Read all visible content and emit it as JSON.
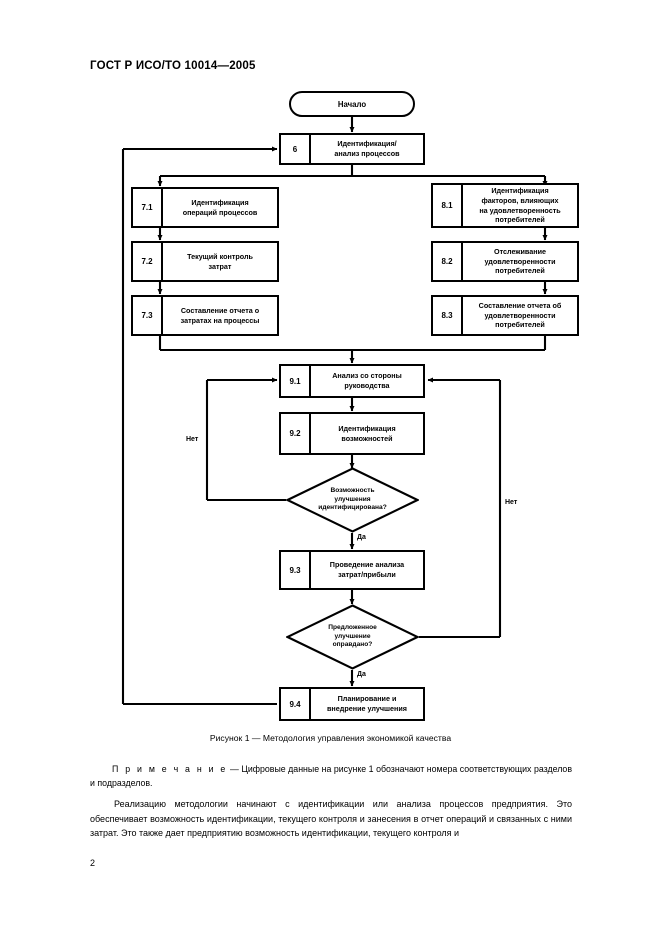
{
  "document": {
    "standard_header": "ГОСТ Р ИСО/ТО 10014—2005",
    "page_number": "2"
  },
  "figure": {
    "caption": "Рисунок 1 — Методология управления экономикой качества",
    "terminator": {
      "label": "Начало"
    },
    "nodes": [
      {
        "num": "6",
        "text": "Идентификация/\nанализ процессов"
      },
      {
        "num": "7.1",
        "text": "Идентификация\nопераций процессов"
      },
      {
        "num": "7.2",
        "text": "Текущий контроль\nзатрат"
      },
      {
        "num": "7.3",
        "text": "Составление отчета о\nзатратах на процессы"
      },
      {
        "num": "8.1",
        "text": "Идентификация\nфакторов, влияющих\nна удовлетворенность\nпотребителей"
      },
      {
        "num": "8.2",
        "text": "Отслеживание\nудовлетворенности\nпотребителей"
      },
      {
        "num": "8.3",
        "text": "Составление отчета об\nудовлетворенности\nпотребителей"
      },
      {
        "num": "9.1",
        "text": "Анализ со стороны\nруководства"
      },
      {
        "num": "9.2",
        "text": "Идентификация\nвозможностей"
      },
      {
        "num": "9.3",
        "text": "Проведение анализа\nзатрат/прибыли"
      },
      {
        "num": "9.4",
        "text": "Планирование и\nвнедрение улучшения"
      }
    ],
    "decisions": [
      {
        "id": "d1",
        "text": "Возможность\nулучшения\nидентифицирована?"
      },
      {
        "id": "d2",
        "text": "Предложенное\nулучшение\nоправдано?"
      }
    ],
    "edge_labels": {
      "no_left": "Нет",
      "no_right": "Нет",
      "yes_1": "Да",
      "yes_2": "Да"
    }
  },
  "body": {
    "note_prefix": "П р и м е ч а н и е",
    "note_text": " — Цифровые данные на рисунке 1 обозначают номера соответствующих разделов и подразделов.",
    "paragraph": "Реализацию методологии начинают с идентификации или анализа процессов предприятия. Это обеспечивает возможность идентификации, текущего контроля и занесения в отчет операций и связанных с ними затрат. Это также дает предприятию возможность идентификации, текущего контроля и"
  },
  "colors": {
    "ink": "#000000",
    "paper": "#ffffff"
  }
}
